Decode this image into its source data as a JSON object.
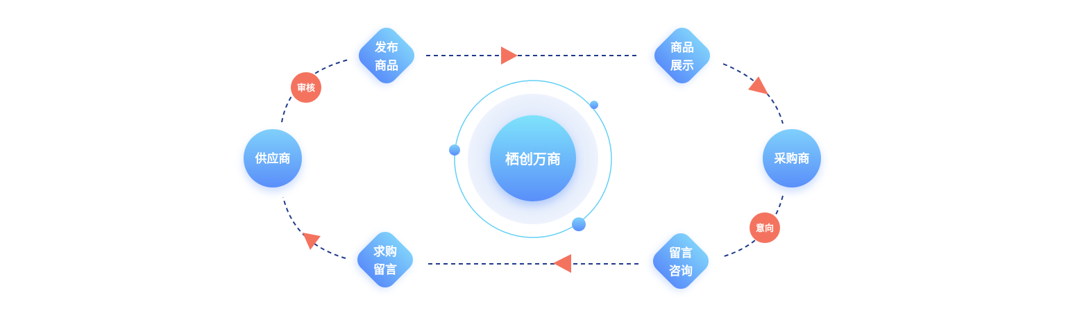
{
  "center": {
    "label": "栖创万商"
  },
  "nodes": {
    "supplier": {
      "label": "供应商"
    },
    "buyer": {
      "label": "采购商"
    },
    "publish": {
      "line1": "发布",
      "line2": "商品"
    },
    "display": {
      "line1": "商品",
      "line2": "展示"
    },
    "consult": {
      "line1": "留言",
      "line2": "咨询"
    },
    "request": {
      "line1": "求购",
      "line2": "留言"
    }
  },
  "badges": {
    "review": "审核",
    "intent": "意向"
  },
  "colors": {
    "node_top": "#7fd0fb",
    "node_bottom": "#5a8ffa",
    "badge": "#f4735f",
    "arrow": "#f4735f",
    "dash": "#1f3a8a",
    "ring": "#62d0f5",
    "halo": "#e3ecfb"
  }
}
